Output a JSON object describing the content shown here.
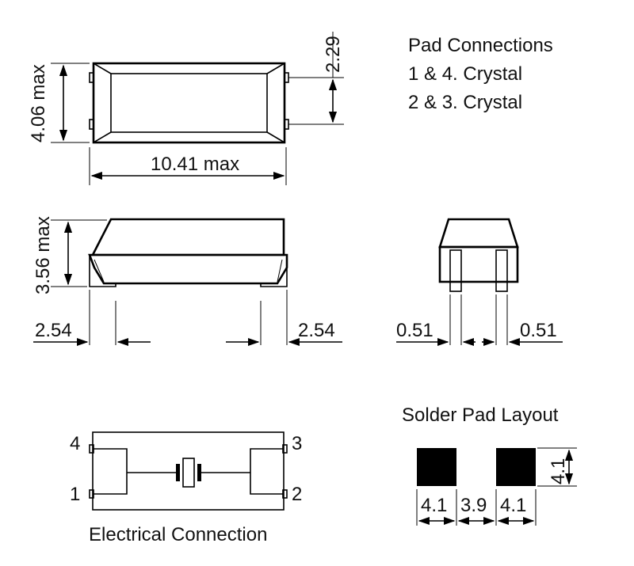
{
  "pad_connections": {
    "title": "Pad Connections",
    "line1": "1 & 4. Crystal",
    "line2": "2 & 3. Crystal"
  },
  "top_view": {
    "height_label": "4.06 max",
    "width_label": "10.41 max",
    "pad_pitch_label": "2.29"
  },
  "side_view": {
    "height_label": "3.56 max",
    "left_pad_label": "2.54",
    "right_pad_label": "2.54"
  },
  "end_view": {
    "left_label": "0.51",
    "right_label": "0.51"
  },
  "electrical": {
    "title": "Electrical Connection",
    "pin4": "4",
    "pin1": "1",
    "pin3": "3",
    "pin2": "2"
  },
  "solder_pad": {
    "title": "Solder Pad Layout",
    "pad_width_left": "4.1",
    "gap": "3.9",
    "pad_width_right": "4.1",
    "pad_height": "4.1"
  }
}
